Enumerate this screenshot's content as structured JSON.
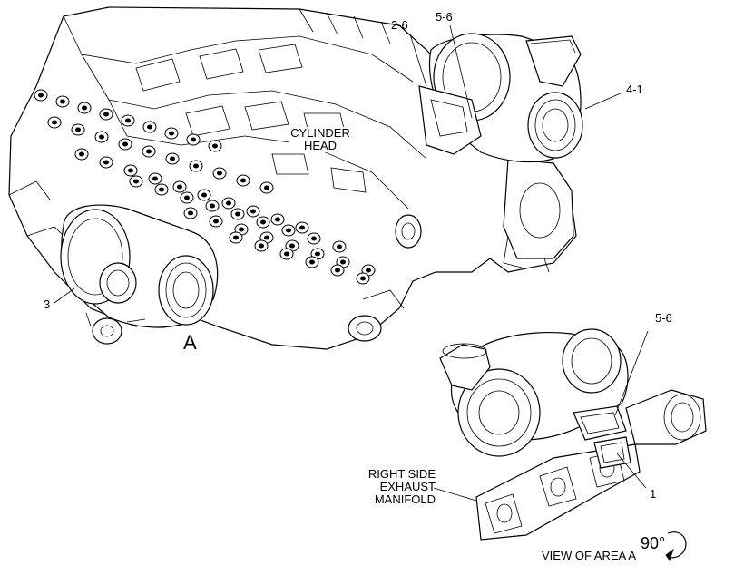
{
  "callouts": {
    "c_2_6": "2-6",
    "c_5_6_top": "5-6",
    "c_4_1": "4-1",
    "c_3": "3",
    "c_5_6_view": "5-6",
    "c_1": "1"
  },
  "labels": {
    "cylinder_head_line1": "CYLINDER",
    "cylinder_head_line2": "HEAD",
    "area_marker": "A",
    "manifold_line1": "RIGHT SIDE",
    "manifold_line2": "EXHAUST",
    "manifold_line3": "MANIFOLD",
    "view_label": "VIEW OF AREA A",
    "rotation": "90°"
  },
  "icons": {
    "rotation_arrow": "curved-arrow-icon"
  }
}
